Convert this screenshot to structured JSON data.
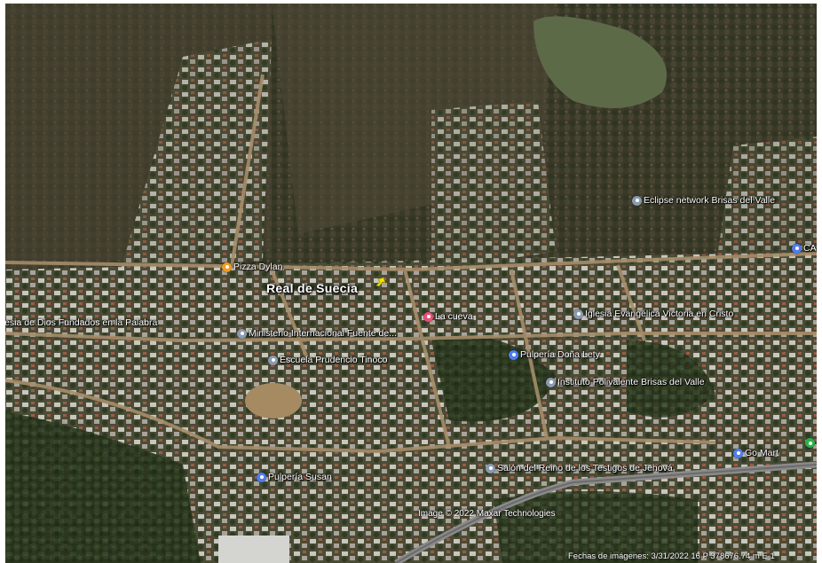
{
  "map": {
    "place_label": "Real de Suecia",
    "attribution": "Image © 2022 Maxar Technologies",
    "status_line": "Fechas de imágenes: 3/31/2022    16 P 378676.74 m E 1",
    "marker_color": "#f2e600",
    "icon_colors": {
      "restaurant": "#f29c1f",
      "bar": "#e8507a",
      "shop": "#4f7df0",
      "place": "#8a9bb0",
      "green": "#29b34a"
    },
    "pois": [
      {
        "id": "pizza-dylan",
        "label": "Pizza Dylan",
        "icon": "restaurant-icon",
        "color": "#f29c1f"
      },
      {
        "id": "eclipse",
        "label": "Eclipse network Brisas del Valle",
        "icon": "place-icon",
        "color": "#8a9bb0"
      },
      {
        "id": "cam",
        "label": "CAM",
        "icon": "shop-icon",
        "color": "#4f7df0"
      },
      {
        "id": "iglesia-dios",
        "label": "Iglesia de Dios Fundados en la Palabra",
        "icon": "place-icon",
        "color": "#8a9bb0"
      },
      {
        "id": "ministerio",
        "label": "Ministerio Internacional Fuente de...",
        "icon": "place-icon",
        "color": "#8a9bb0"
      },
      {
        "id": "la-cueva",
        "label": "La cueva",
        "icon": "bar-icon",
        "color": "#e8507a"
      },
      {
        "id": "iglesia-evangelica",
        "label": "Iglesia Evangélica Victoria en Cristo",
        "icon": "place-icon",
        "color": "#8a9bb0"
      },
      {
        "id": "escuela",
        "label": "Escuela Prudencio Tinoco",
        "icon": "place-icon",
        "color": "#8a9bb0"
      },
      {
        "id": "pulperia-lety",
        "label": "Pulpería Doña Lety",
        "icon": "shop-icon",
        "color": "#4f7df0"
      },
      {
        "id": "instituto",
        "label": "Instituto Polivalente Brisas del Valle",
        "icon": "place-icon",
        "color": "#8a9bb0"
      },
      {
        "id": "salon",
        "label": "Salón del Reino de los Testigos de Jehová",
        "icon": "place-icon",
        "color": "#8a9bb0"
      },
      {
        "id": "go-mart",
        "label": "Go Mart",
        "icon": "shop-icon",
        "color": "#4f7df0"
      },
      {
        "id": "pulperia-susan",
        "label": "Pulpería Susan",
        "icon": "shop-icon",
        "color": "#4f7df0"
      },
      {
        "id": "green-poi",
        "label": "",
        "icon": "green-place-icon",
        "color": "#29b34a"
      }
    ]
  }
}
